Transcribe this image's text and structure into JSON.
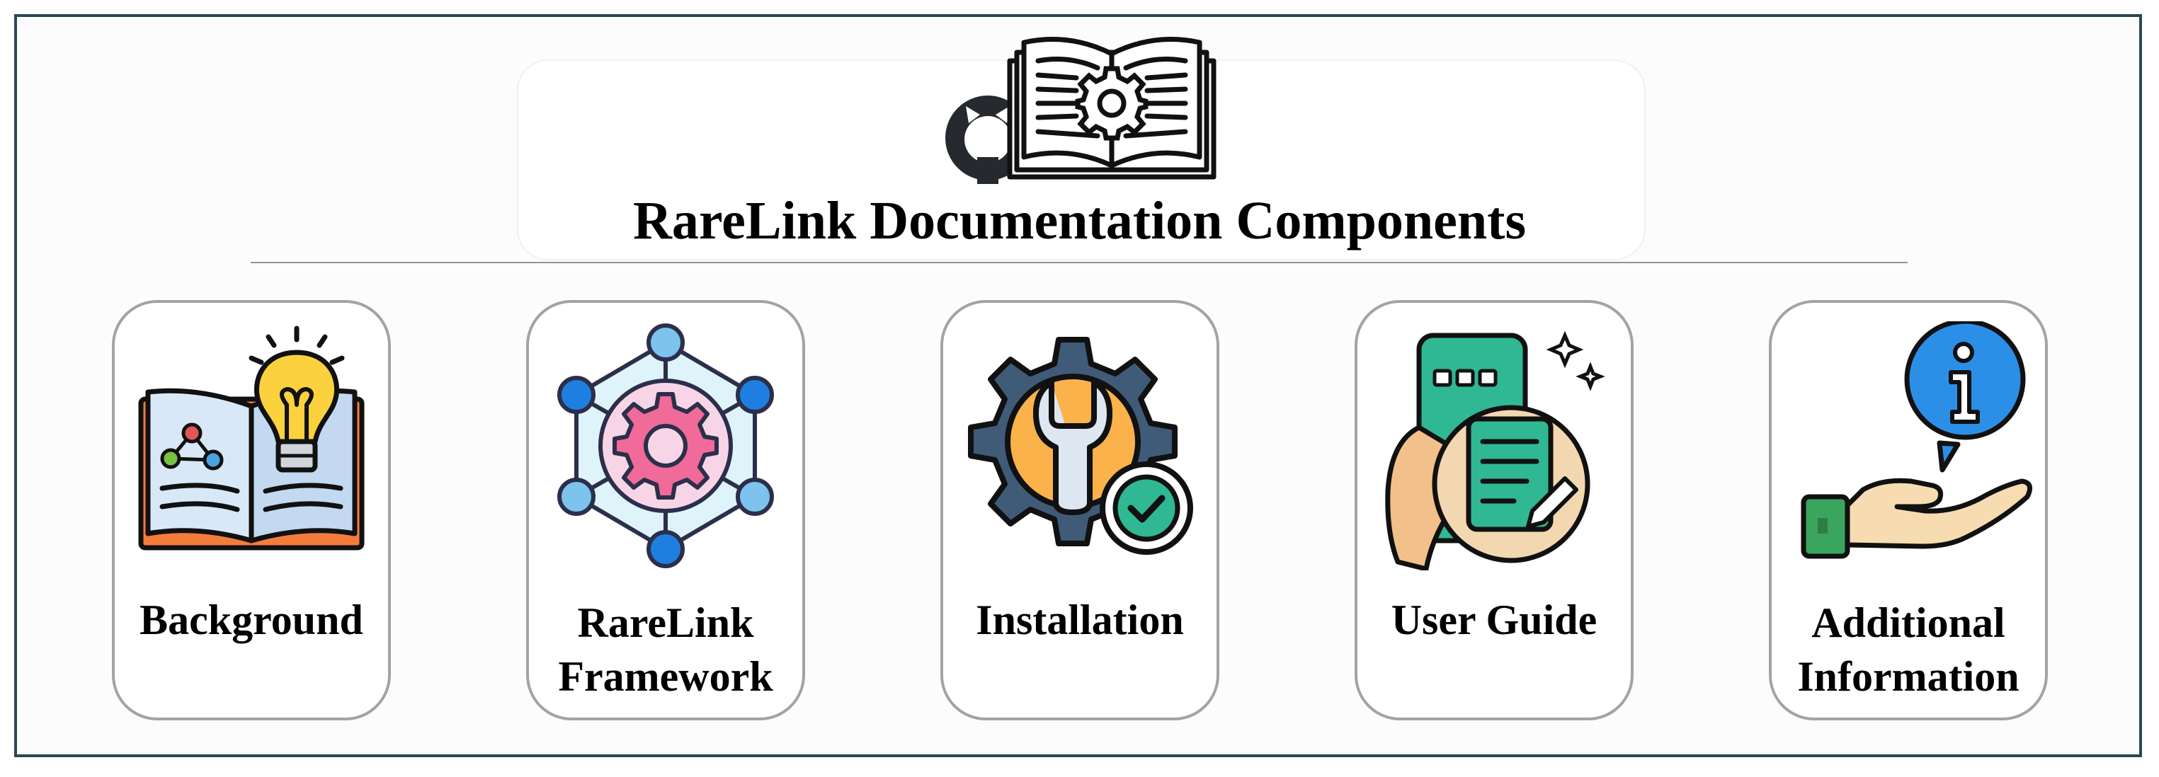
{
  "title": "RareLink Documentation Components",
  "header_icons": [
    "github-icon",
    "manual-book-gear-icon"
  ],
  "components": [
    {
      "lines": [
        "Background"
      ],
      "icon": "book-lightbulb-icon"
    },
    {
      "lines": [
        "RareLink",
        "Framework"
      ],
      "icon": "network-gear-icon"
    },
    {
      "lines": [
        "Installation"
      ],
      "icon": "wrench-gear-check-icon"
    },
    {
      "lines": [
        "User Guide"
      ],
      "icon": "phone-document-icon"
    },
    {
      "lines": [
        "Additional",
        "Information"
      ],
      "icon": "hand-info-icon"
    }
  ],
  "colors": {
    "frame": "#27494f",
    "card_border": "#a3a3a3",
    "divider": "#8e959b"
  }
}
